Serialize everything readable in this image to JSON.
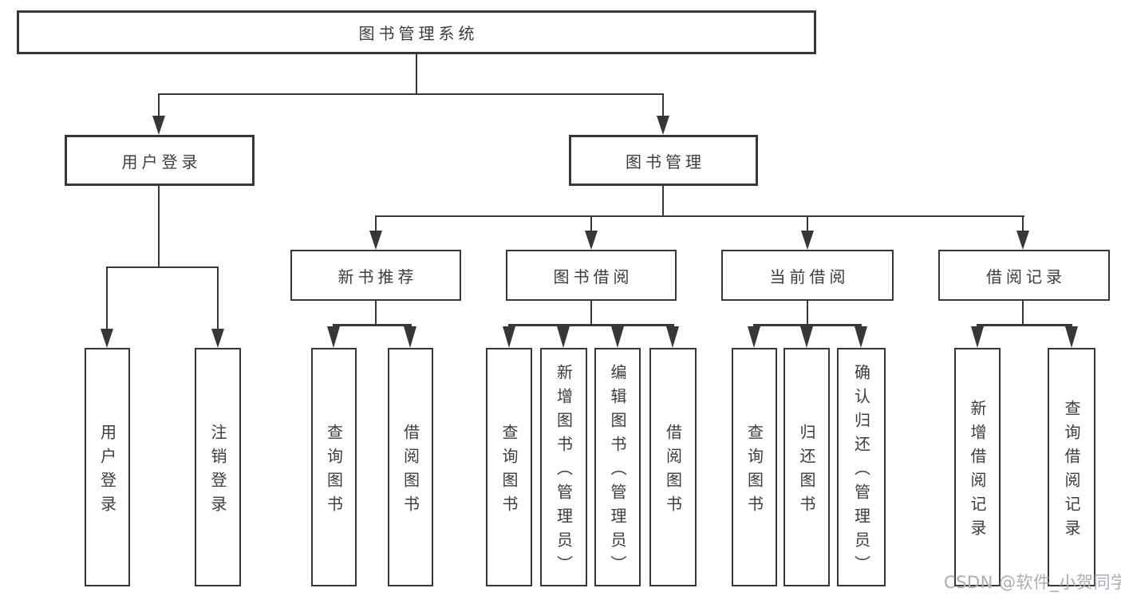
{
  "tree": {
    "root": {
      "label": "图书管理系统",
      "children": [
        {
          "label": "用户登录",
          "children": [
            {
              "label": "用户登录"
            },
            {
              "label": "注销登录"
            }
          ]
        },
        {
          "label": "图书管理",
          "children": [
            {
              "label": "新书推荐",
              "children": [
                {
                  "label": "查询图书"
                },
                {
                  "label": "借阅图书"
                }
              ]
            },
            {
              "label": "图书借阅",
              "children": [
                {
                  "label": "查询图书"
                },
                {
                  "label": "新增图书（管理员）"
                },
                {
                  "label": "编辑图书（管理员）"
                },
                {
                  "label": "借阅图书"
                }
              ]
            },
            {
              "label": "当前借阅",
              "children": [
                {
                  "label": "查询图书"
                },
                {
                  "label": "归还图书"
                },
                {
                  "label": "确认归还（管理员）"
                }
              ]
            },
            {
              "label": "借阅记录",
              "children": [
                {
                  "label": "新增借阅记录"
                },
                {
                  "label": "查询借阅记录"
                }
              ]
            }
          ]
        }
      ]
    }
  },
  "watermark": {
    "text": "CSDN @软件_小贺同学",
    "color": "#a8adb6"
  },
  "colors": {
    "line": "#373737",
    "text": "#3c3c3c",
    "background": "#ffffff"
  }
}
